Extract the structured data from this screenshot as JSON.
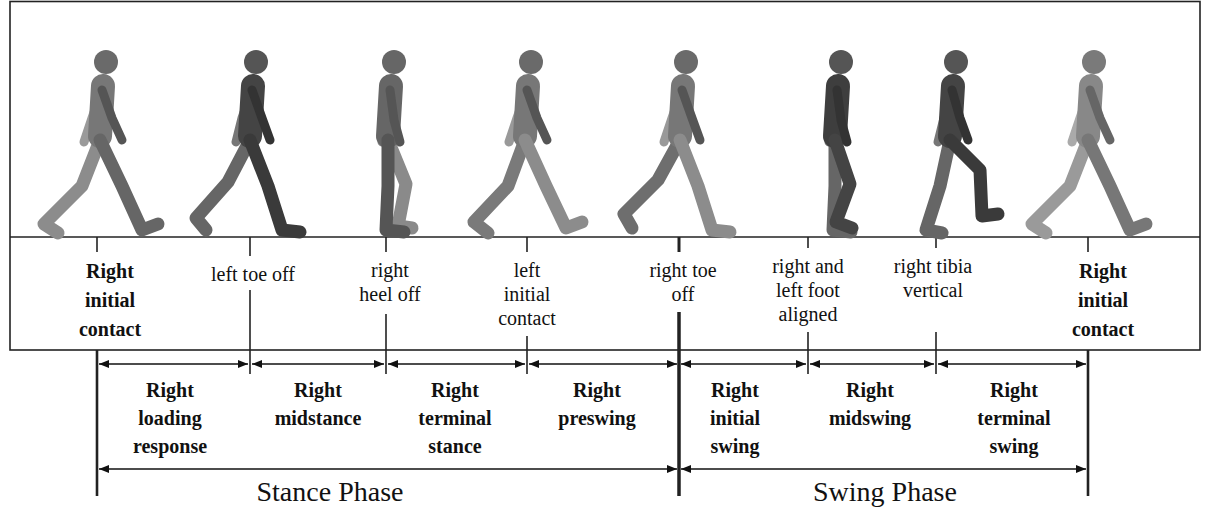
{
  "diagram": {
    "labels": [
      "Right initial contact",
      "left toe off",
      "right heel off",
      "left initial contact",
      "right toe off",
      "right and left foot aligned",
      "right tibia vertical",
      "Right initial contact",
      "Right loading response",
      "Right midstance",
      "Right terminal stance",
      "Right preswing",
      "Right initial swing",
      "Right midswing",
      "Right terminal swing",
      "Stance Phase",
      "Swing Phase"
    ]
  }
}
